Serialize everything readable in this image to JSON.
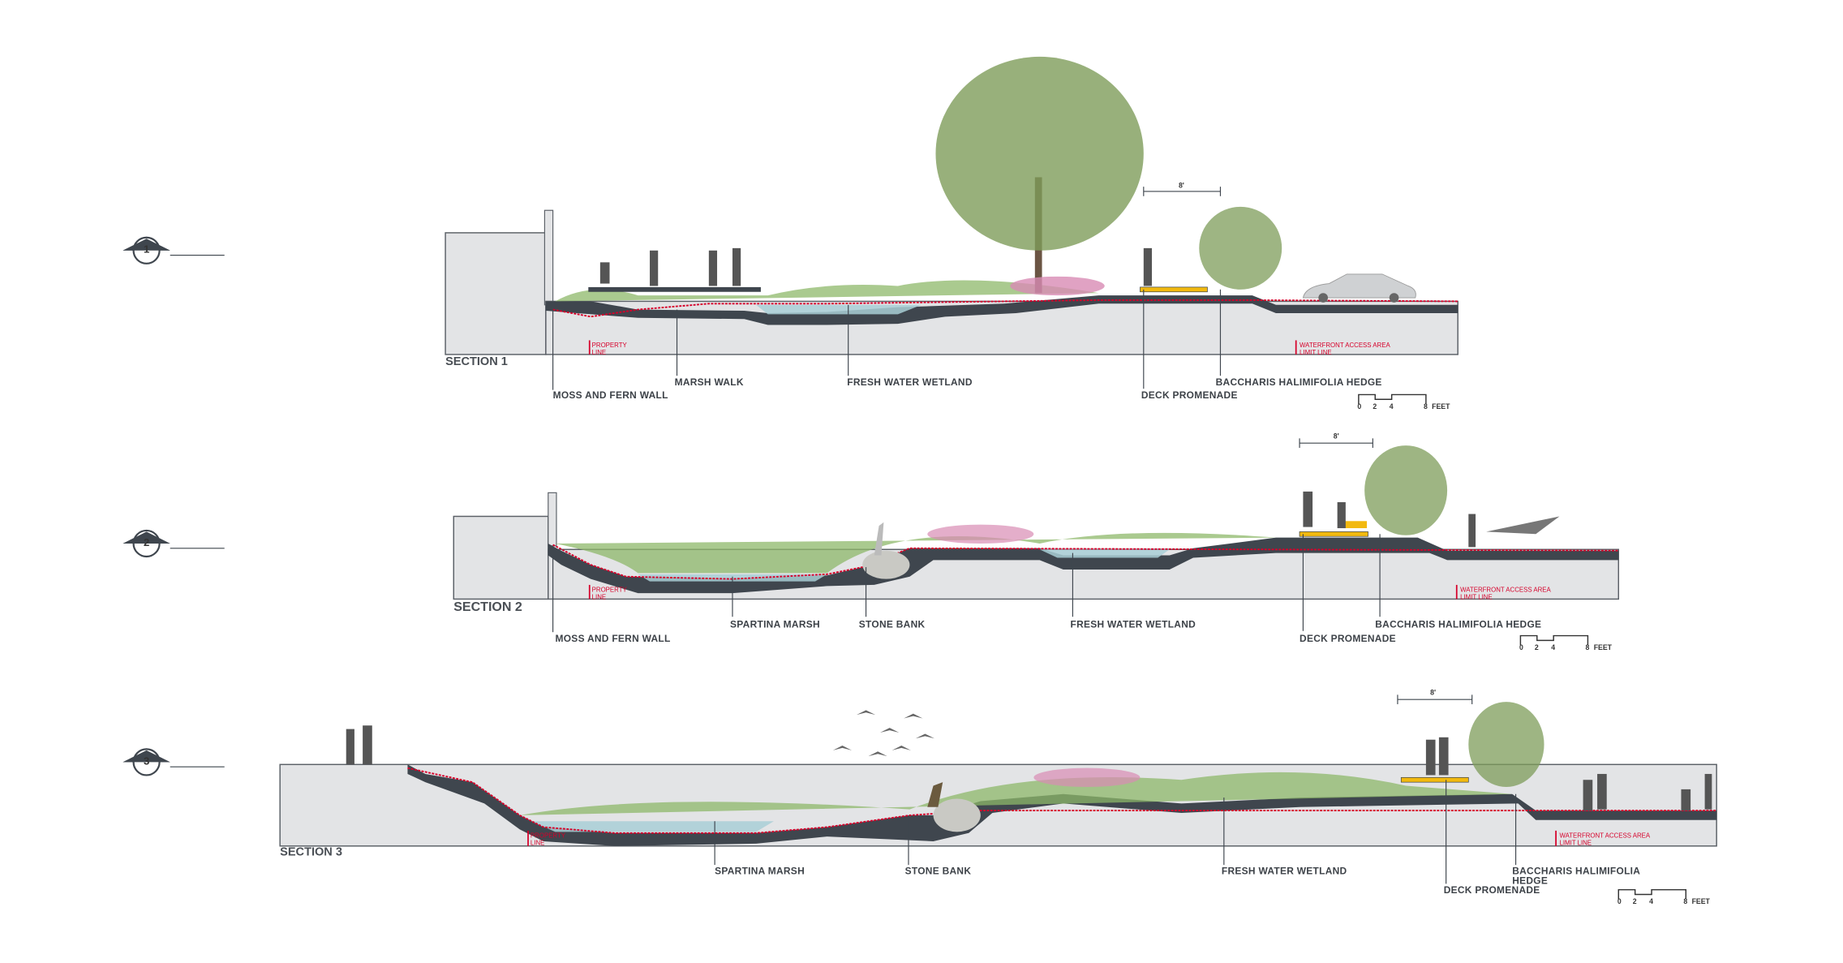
{
  "sections": [
    {
      "marker": "1",
      "title": "SECTION 1",
      "dimension": "8'",
      "property_line": [
        "PROPERTY",
        "LINE"
      ],
      "limit_line": [
        "WATERFRONT ACCESS AREA",
        "LIMIT LINE"
      ],
      "labels": [
        "MOSS AND FERN WALL",
        "MARSH WALK",
        "FRESH WATER WETLAND",
        "DECK PROMENADE",
        "BACCHARIS HALIMIFOLIA HEDGE"
      ],
      "scale": [
        "0",
        "2",
        "4",
        "8",
        "FEET"
      ]
    },
    {
      "marker": "2",
      "title": "SECTION 2",
      "dimension": "8'",
      "property_line": [
        "PROPERTY",
        "LINE"
      ],
      "limit_line": [
        "WATERFRONT ACCESS AREA",
        "LIMIT LINE"
      ],
      "labels": [
        "MOSS AND FERN WALL",
        "SPARTINA MARSH",
        "STONE BANK",
        "FRESH WATER WETLAND",
        "DECK PROMENADE",
        "BACCHARIS HALIMIFOLIA HEDGE"
      ],
      "scale": [
        "0",
        "2",
        "4",
        "8",
        "FEET"
      ]
    },
    {
      "marker": "3",
      "title": "SECTION 3",
      "dimension": "8'",
      "property_line": [
        "PROPERTY",
        "LINE"
      ],
      "limit_line": [
        "WATERFRONT ACCESS AREA",
        "LIMIT LINE"
      ],
      "labels": [
        "SPARTINA MARSH",
        "STONE BANK",
        "FRESH WATER WETLAND",
        "BACCHARIS HALIMIFOLIA",
        "HEDGE",
        "DECK PROMENADE"
      ],
      "scale": [
        "0",
        "2",
        "4",
        "8",
        "FEET"
      ]
    }
  ],
  "colors": {
    "ground": "#3f464e",
    "fill": "#e3e4e6",
    "red_line": "#d6002a",
    "deck": "#f2b90f"
  }
}
